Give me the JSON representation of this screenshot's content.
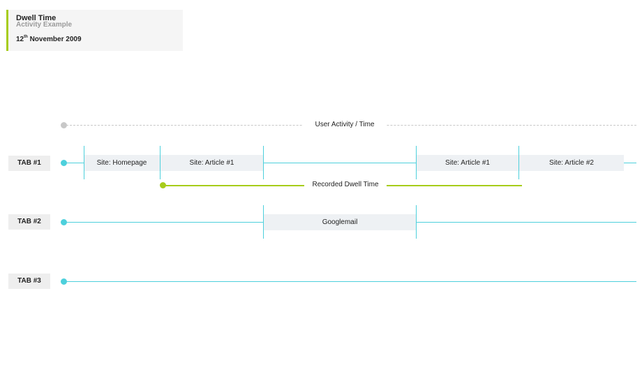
{
  "header": {
    "title": "Dwell Time",
    "subtitle": "Activity Example",
    "date_day": "12",
    "date_suffix": "th",
    "date_rest": " November 2009"
  },
  "timeline": {
    "axis_label": "User Activity / Time",
    "dwell_label": "Recorded Dwell Time"
  },
  "tabs": [
    {
      "label": "TAB #1",
      "sites": [
        "Site: Homepage",
        "Site: Article #1",
        "Site: Article #1",
        "Site: Article #2"
      ]
    },
    {
      "label": "TAB #2",
      "sites": [
        "Googlemail"
      ]
    },
    {
      "label": "TAB #3",
      "sites": []
    }
  ],
  "colors": {
    "accent_green": "#a7cc1a",
    "tab_line_cyan": "#4dd0dc",
    "axis_gray": "#c8c8c8",
    "site_box_bg": "#eef1f4"
  }
}
